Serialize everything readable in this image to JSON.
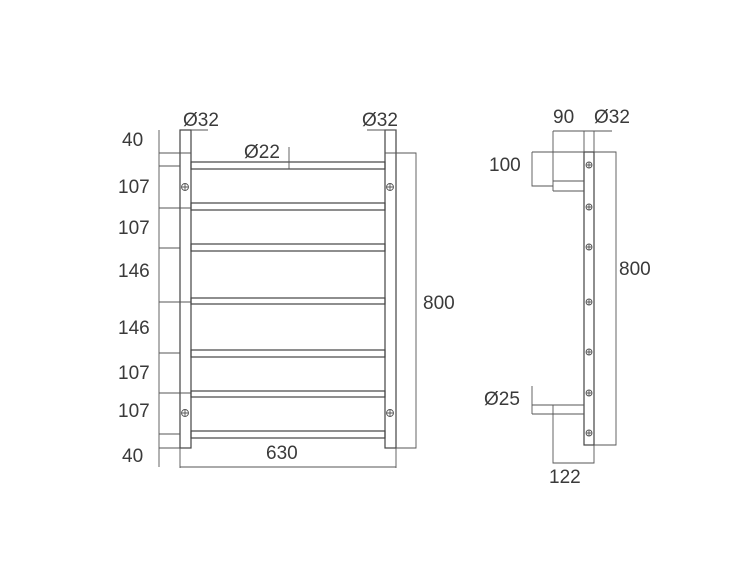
{
  "front_view": {
    "left_pipe_diameter": "Ø32",
    "right_pipe_diameter": "Ø32",
    "bar_diameter": "Ø22",
    "spacings": [
      "40",
      "107",
      "107",
      "146",
      "146",
      "107",
      "107",
      "40"
    ],
    "height": "800",
    "width": "630"
  },
  "side_view": {
    "depth": "90",
    "pipe_diameter": "Ø32",
    "bracket_offset": "100",
    "height": "800",
    "bracket_diameter": "Ø25",
    "total_depth": "122"
  },
  "colors": {
    "line": "#444444",
    "text": "#3a3a3a"
  }
}
